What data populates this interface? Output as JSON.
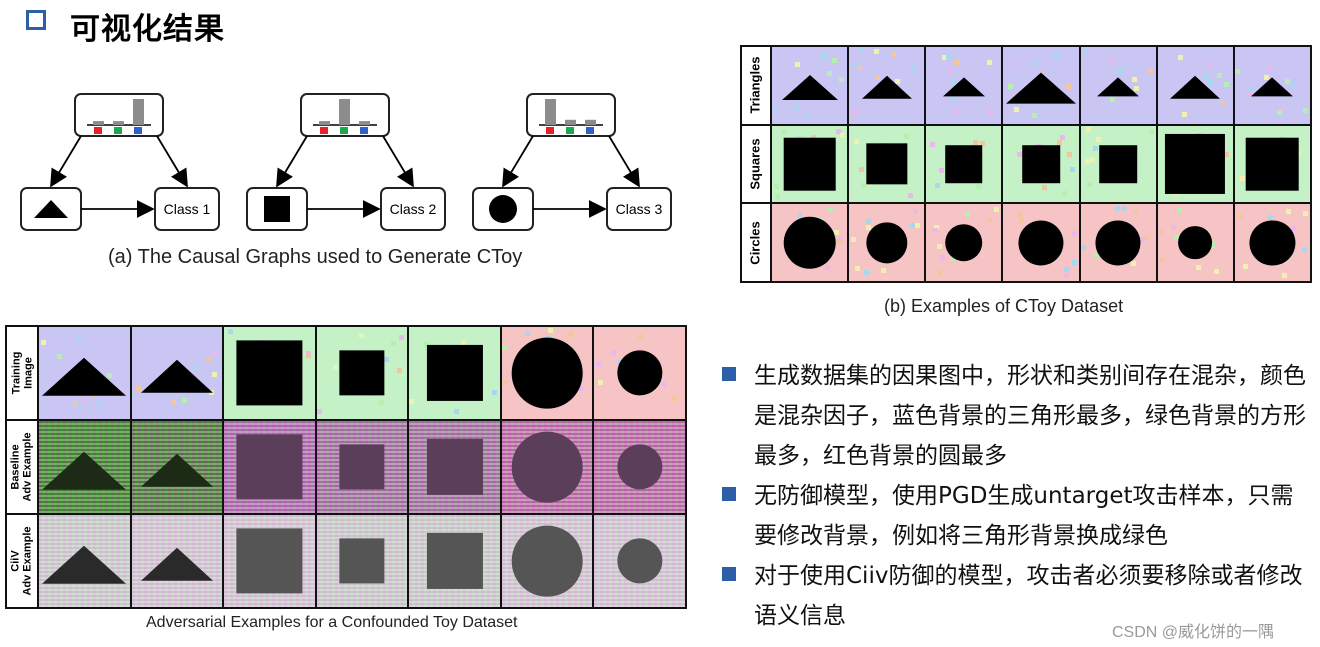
{
  "title": "可视化结果",
  "causal": {
    "caption": "(a) The Causal Graphs used to Generate CToy",
    "graphs": [
      {
        "class_label": "Class 1",
        "shape": "triangle-icon",
        "bars": [
          0.15,
          0.15,
          1.0
        ]
      },
      {
        "class_label": "Class 2",
        "shape": "square-icon",
        "bars": [
          0.15,
          1.0,
          0.15
        ]
      },
      {
        "class_label": "Class 3",
        "shape": "circle-icon",
        "bars": [
          1.0,
          0.2,
          0.2
        ]
      }
    ],
    "bar_colors": [
      "#e8202a",
      "#1aa84a",
      "#2f62c8"
    ]
  },
  "ctoy": {
    "caption": "(b) Examples of CToy Dataset",
    "rows": [
      {
        "label": "Triangles",
        "bg": "blue",
        "shape": "triangle",
        "sizes": [
          0.6,
          0.55,
          0.45,
          0.75,
          0.45,
          0.55,
          0.45
        ]
      },
      {
        "label": "Squares",
        "bg": "green",
        "shape": "square",
        "sizes": [
          0.7,
          0.55,
          0.5,
          0.5,
          0.5,
          0.8,
          0.7
        ]
      },
      {
        "label": "Circles",
        "bg": "red",
        "shape": "circle",
        "sizes": [
          0.7,
          0.55,
          0.5,
          0.6,
          0.6,
          0.45,
          0.6
        ]
      }
    ]
  },
  "adversarial": {
    "caption": "Adversarial Examples for a Confounded Toy Dataset",
    "row_labels": [
      "Training\nImage",
      "Baseline\nAdv Example",
      "CiiV\nAdv Example"
    ],
    "columns": [
      {
        "bg": "blue",
        "shape": "triangle",
        "size": 0.75
      },
      {
        "bg": "blue",
        "shape": "triangle",
        "size": 0.65
      },
      {
        "bg": "green",
        "shape": "square",
        "size": 0.72
      },
      {
        "bg": "green",
        "shape": "square",
        "size": 0.5
      },
      {
        "bg": "green",
        "shape": "square",
        "size": 0.62
      },
      {
        "bg": "red",
        "shape": "circle",
        "size": 0.78
      },
      {
        "bg": "red",
        "shape": "circle",
        "size": 0.5
      }
    ]
  },
  "bullets": [
    {
      "text": "生成数据集的因果图中，形状和类别间存在混杂，颜色是混杂因子，蓝色背景的三角形最多，绿色背景的方形最多，红色背景的圆最多"
    },
    {
      "text": "无防御模型，使用PGD生成untarget攻击样本，只需要修改背景，例如将三角形背景换成绿色"
    },
    {
      "text": "对于使用Ciiv防御的模型，攻击者必须要移除或者修改语义信息"
    }
  ],
  "watermark": "CSDN @威化饼的一隅"
}
